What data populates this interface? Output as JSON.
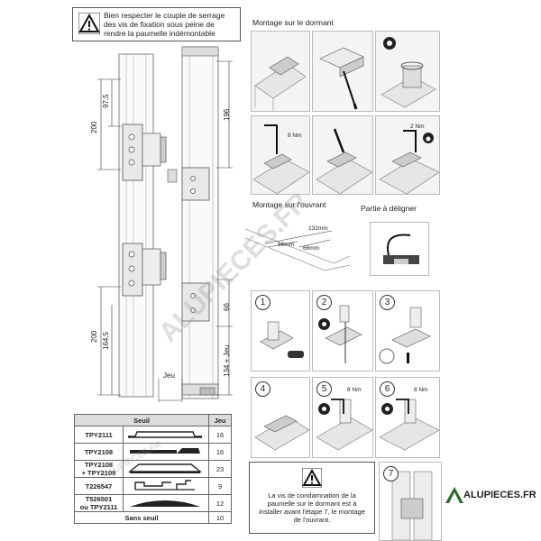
{
  "warning_top": {
    "icon": "warning-triangle-icon",
    "text": "Bien respecter le couple de serrage des vis de fixation sous peine de rendre la paumelle indémontable"
  },
  "section_dormant": {
    "title": "Montage sur le dormant"
  },
  "section_ouvrant": {
    "title": "Montage sur l'ouvrant",
    "dim_total": "132mm",
    "dim_a": "66mm",
    "dim_b": "66mm"
  },
  "partie_a_deligner": {
    "title": "Partie à déligner"
  },
  "torque": {
    "nm8": "8 Nm",
    "nm2": "2 Nm"
  },
  "steps": [
    "1",
    "2",
    "3",
    "4",
    "5",
    "6",
    "7"
  ],
  "drawing": {
    "dim_200_top": "200",
    "dim_97_5": "97,5",
    "dim_196": "196",
    "dim_200_bottom": "200",
    "dim_164_5": "164,5",
    "dim_66": "66",
    "dim_134_jeu": "134 + Jeu",
    "jeu_label": "Jeu"
  },
  "seuil_table": {
    "header_seuil": "Seuil",
    "header_jeu": "Jeu",
    "rows": [
      {
        "ref": "TPY2111",
        "jeu": "16"
      },
      {
        "ref": "TPY2108",
        "jeu": "16"
      },
      {
        "ref": "TPY2108\n+ TPY2109",
        "jeu": "23"
      },
      {
        "ref": "T226547",
        "jeu": "9"
      },
      {
        "ref": "T526501\nou TPY2111",
        "jeu": "12"
      }
    ],
    "footer_label": "Sans seuil",
    "footer_jeu": "10"
  },
  "warning_bottom": {
    "icon": "warning-triangle-icon",
    "text": "La vis de condamnation de la paumelle sur le dormant est à installer avant l'étape 7, le montage de l'ouvrant."
  },
  "logo": {
    "text": "ALUPIECES.FR"
  },
  "watermarks": {
    "big": "ALUPIECES.FR",
    "small": "ALUPIECES.FR"
  }
}
